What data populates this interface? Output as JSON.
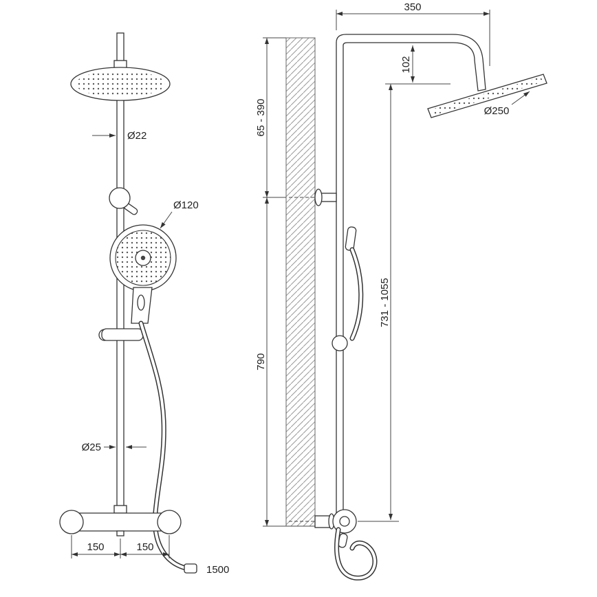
{
  "front_view": {
    "pipe_diameter": "Ø22",
    "hand_shower_diameter": "Ø120",
    "lower_pipe_diameter": "Ø25",
    "mixer_spacing_left": "150",
    "mixer_spacing_right": "150",
    "hose_length": "1500"
  },
  "side_view": {
    "arm_projection": "350",
    "head_drop": "102",
    "upper_adjustment_range": "65 - 390",
    "head_diameter": "Ø250",
    "riser_height_range": "731 - 1055",
    "bottom_section_height": "790"
  }
}
